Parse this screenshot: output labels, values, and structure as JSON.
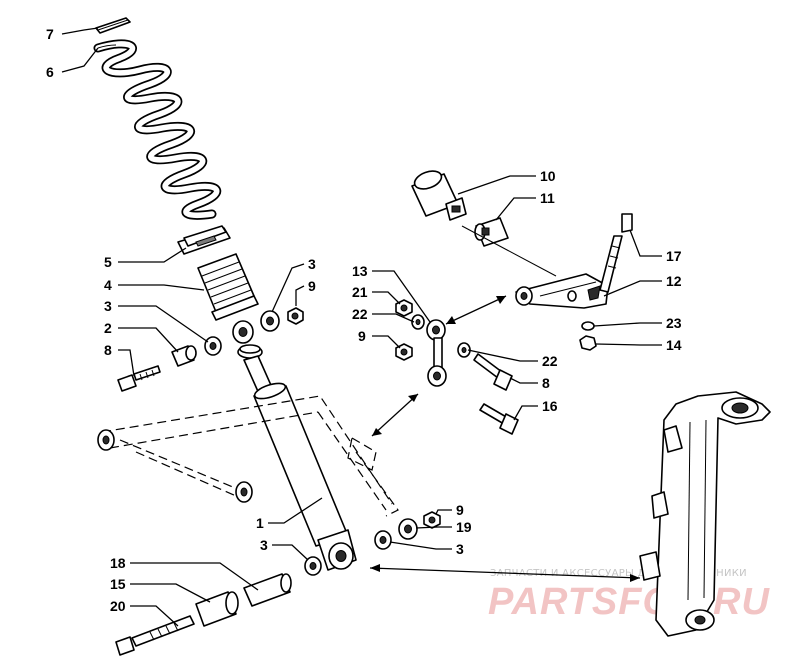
{
  "callouts": {
    "c7": "7",
    "c6": "6",
    "c5": "5",
    "c4": "4",
    "c3a": "3",
    "c9a": "9",
    "c3b": "3",
    "c2": "2",
    "c8a": "8",
    "c10": "10",
    "c11": "11",
    "c17": "17",
    "c12": "12",
    "c13": "13",
    "c21": "21",
    "c22a": "22",
    "c9b": "9",
    "c23": "23",
    "c14": "14",
    "c22b": "22",
    "c8b": "8",
    "c16": "16",
    "c1": "1",
    "c9c": "9",
    "c19": "19",
    "c3c": "3",
    "c3d": "3",
    "c18": "18",
    "c15": "15",
    "c20": "20"
  },
  "watermark": {
    "caption": "ЗАПЧАСТИ И АКСЕССУАРЫ ДЛЯ МОТОТЕХНИКИ",
    "brand": "PARTSFOR.RU"
  }
}
